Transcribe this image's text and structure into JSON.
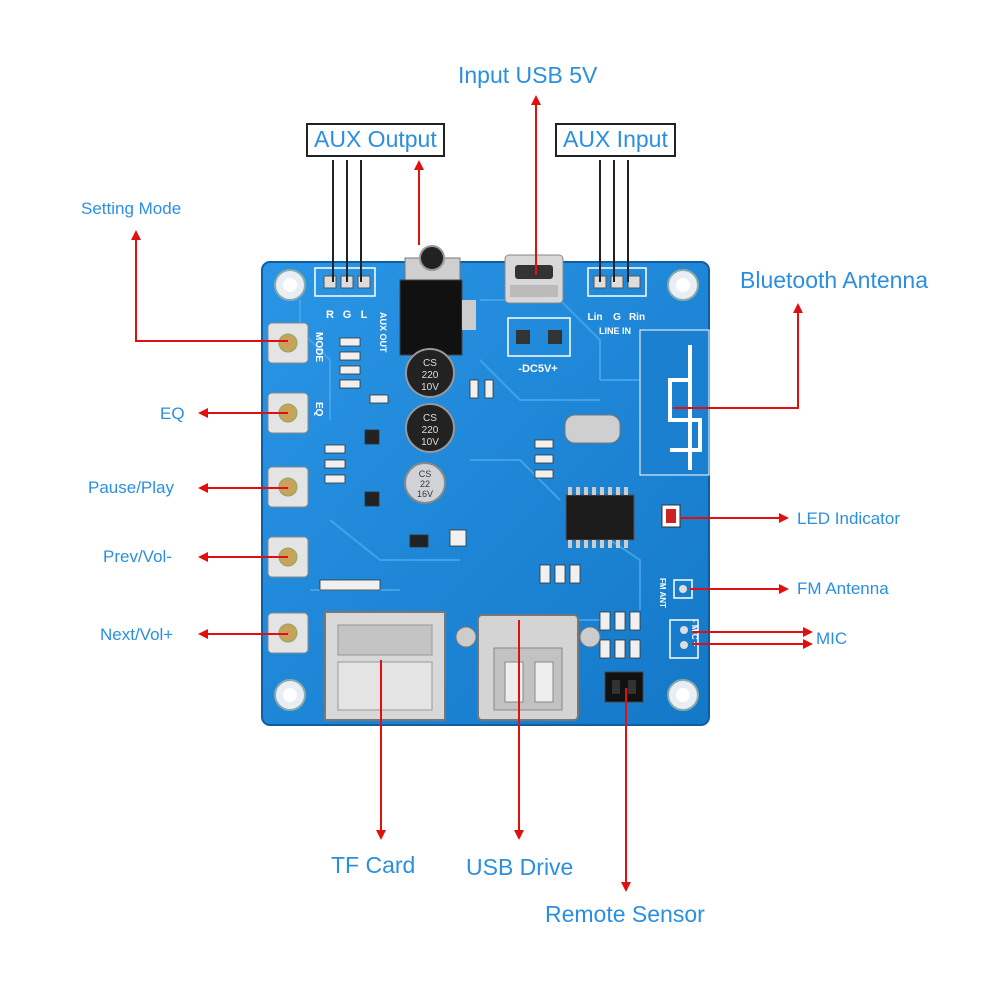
{
  "labels": {
    "input_usb": "Input USB 5V",
    "aux_output": "AUX Output",
    "aux_input": "AUX Input",
    "setting_mode": "Setting Mode",
    "bluetooth_antenna": "Bluetooth Antenna",
    "eq": "EQ",
    "pause_play": "Pause/Play",
    "prev_vol": "Prev/Vol-",
    "next_vol": "Next/Vol+",
    "led_indicator": "LED Indicator",
    "fm_antenna": "FM Antenna",
    "mic": "MIC",
    "tf_card": "TF Card",
    "usb_drive": "USB Drive",
    "remote_sensor": "Remote Sensor"
  },
  "silkscreen": {
    "r": "R",
    "g": "G",
    "l": "L",
    "aux_out": "AUX OUT",
    "lin": "Lin",
    "g2": "G",
    "rin": "Rin",
    "line_in": "LINE IN",
    "dc5v": "-DC5V+",
    "mode": "MODE",
    "eq": "EQ",
    "fm_ant": "FM ANT",
    "mic": "- MIC +",
    "cap1_a": "CS",
    "cap1_b": "220",
    "cap1_c": "10V",
    "cap2_a": "CS",
    "cap2_b": "220",
    "cap2_c": "10V",
    "cap3_a": "CS",
    "cap3_b": "22",
    "cap3_c": "16V"
  },
  "colors": {
    "board": "#1c88d9",
    "label_text": "#2b8fe0",
    "arrow": "#e01010",
    "wire": "#222222"
  }
}
